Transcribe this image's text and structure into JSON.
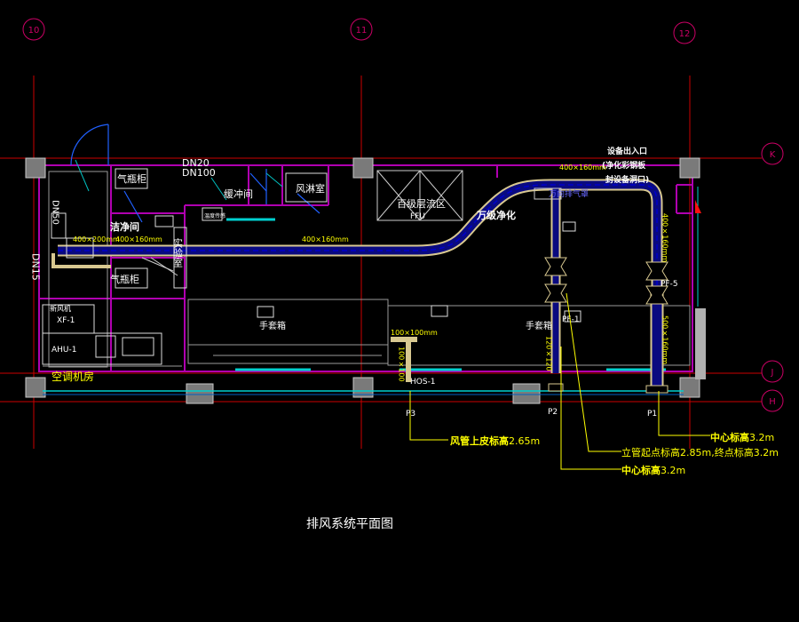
{
  "colors": {
    "background": "#000000",
    "axis": "#cc0000",
    "axis_bubble": "#cc0066",
    "wall": "#b000b0",
    "column": "#9a9a9a",
    "duct": "#0000aa",
    "duct_fill": "#1a1a60",
    "duct_edge": "#d8c890",
    "window": "#00d0d0",
    "label": "#ffffff",
    "callout": "#ffff00",
    "equipment": "#dddddd"
  },
  "grid": {
    "vertical": [
      "10",
      "11",
      "12"
    ],
    "horizontal": [
      "K",
      "J",
      "H"
    ]
  },
  "rooms": {
    "gas_cabinet_top": "气瓶柜",
    "gas_cabinet_bottom": "气瓶柜",
    "buffer": "缓冲间",
    "air_shower": "风淋室",
    "clean_room": "洁净间",
    "lab": "实验室",
    "laminar_zone": "百级层流区",
    "ffu": "FFU",
    "class_10000": "万级净化",
    "glovebox_left": "手套箱",
    "glovebox_right": "手套箱",
    "ac_room": "空调机房"
  },
  "equipment": {
    "ahu": "AHU-1",
    "xf": "XF-1",
    "xf_note": "新风机",
    "pf1": "PF-1",
    "pf5": "PF-5",
    "hos": "HOS-1",
    "universal_exhaust": "万向排气罩",
    "sensor": "温度传感"
  },
  "ducts": {
    "d1": "400×200mm",
    "d2": "400×160mm",
    "d3": "400×160mm",
    "d4": "400×160mm",
    "d5": "400×160mm",
    "d6": "500×160mm",
    "d7": "100×100mm",
    "d8": "100×100",
    "d9": "120×120",
    "pipe_dn15": "DN15",
    "pipe_dn50": "DN50",
    "pipe_dn100": "DN100",
    "pipe_dn20": "DN20"
  },
  "points": {
    "p1": "P1",
    "p2": "P2",
    "p3": "P3"
  },
  "notes": {
    "entrance_1": "设备出入口",
    "entrance_2": "(净化彩钢板",
    "entrance_3": "封设备洞口)",
    "callout_p1_bold": "中心标高",
    "callout_p1_val": "3.2m",
    "callout_riser": "立管起点标高2.85m,终点标高3.2m",
    "callout_p2_bold": "中心标高",
    "callout_p2_val": "3.2m",
    "callout_p3_bold": "风管上皮标高",
    "callout_p3_val": "2.65m"
  },
  "title": "排风系统平面图"
}
